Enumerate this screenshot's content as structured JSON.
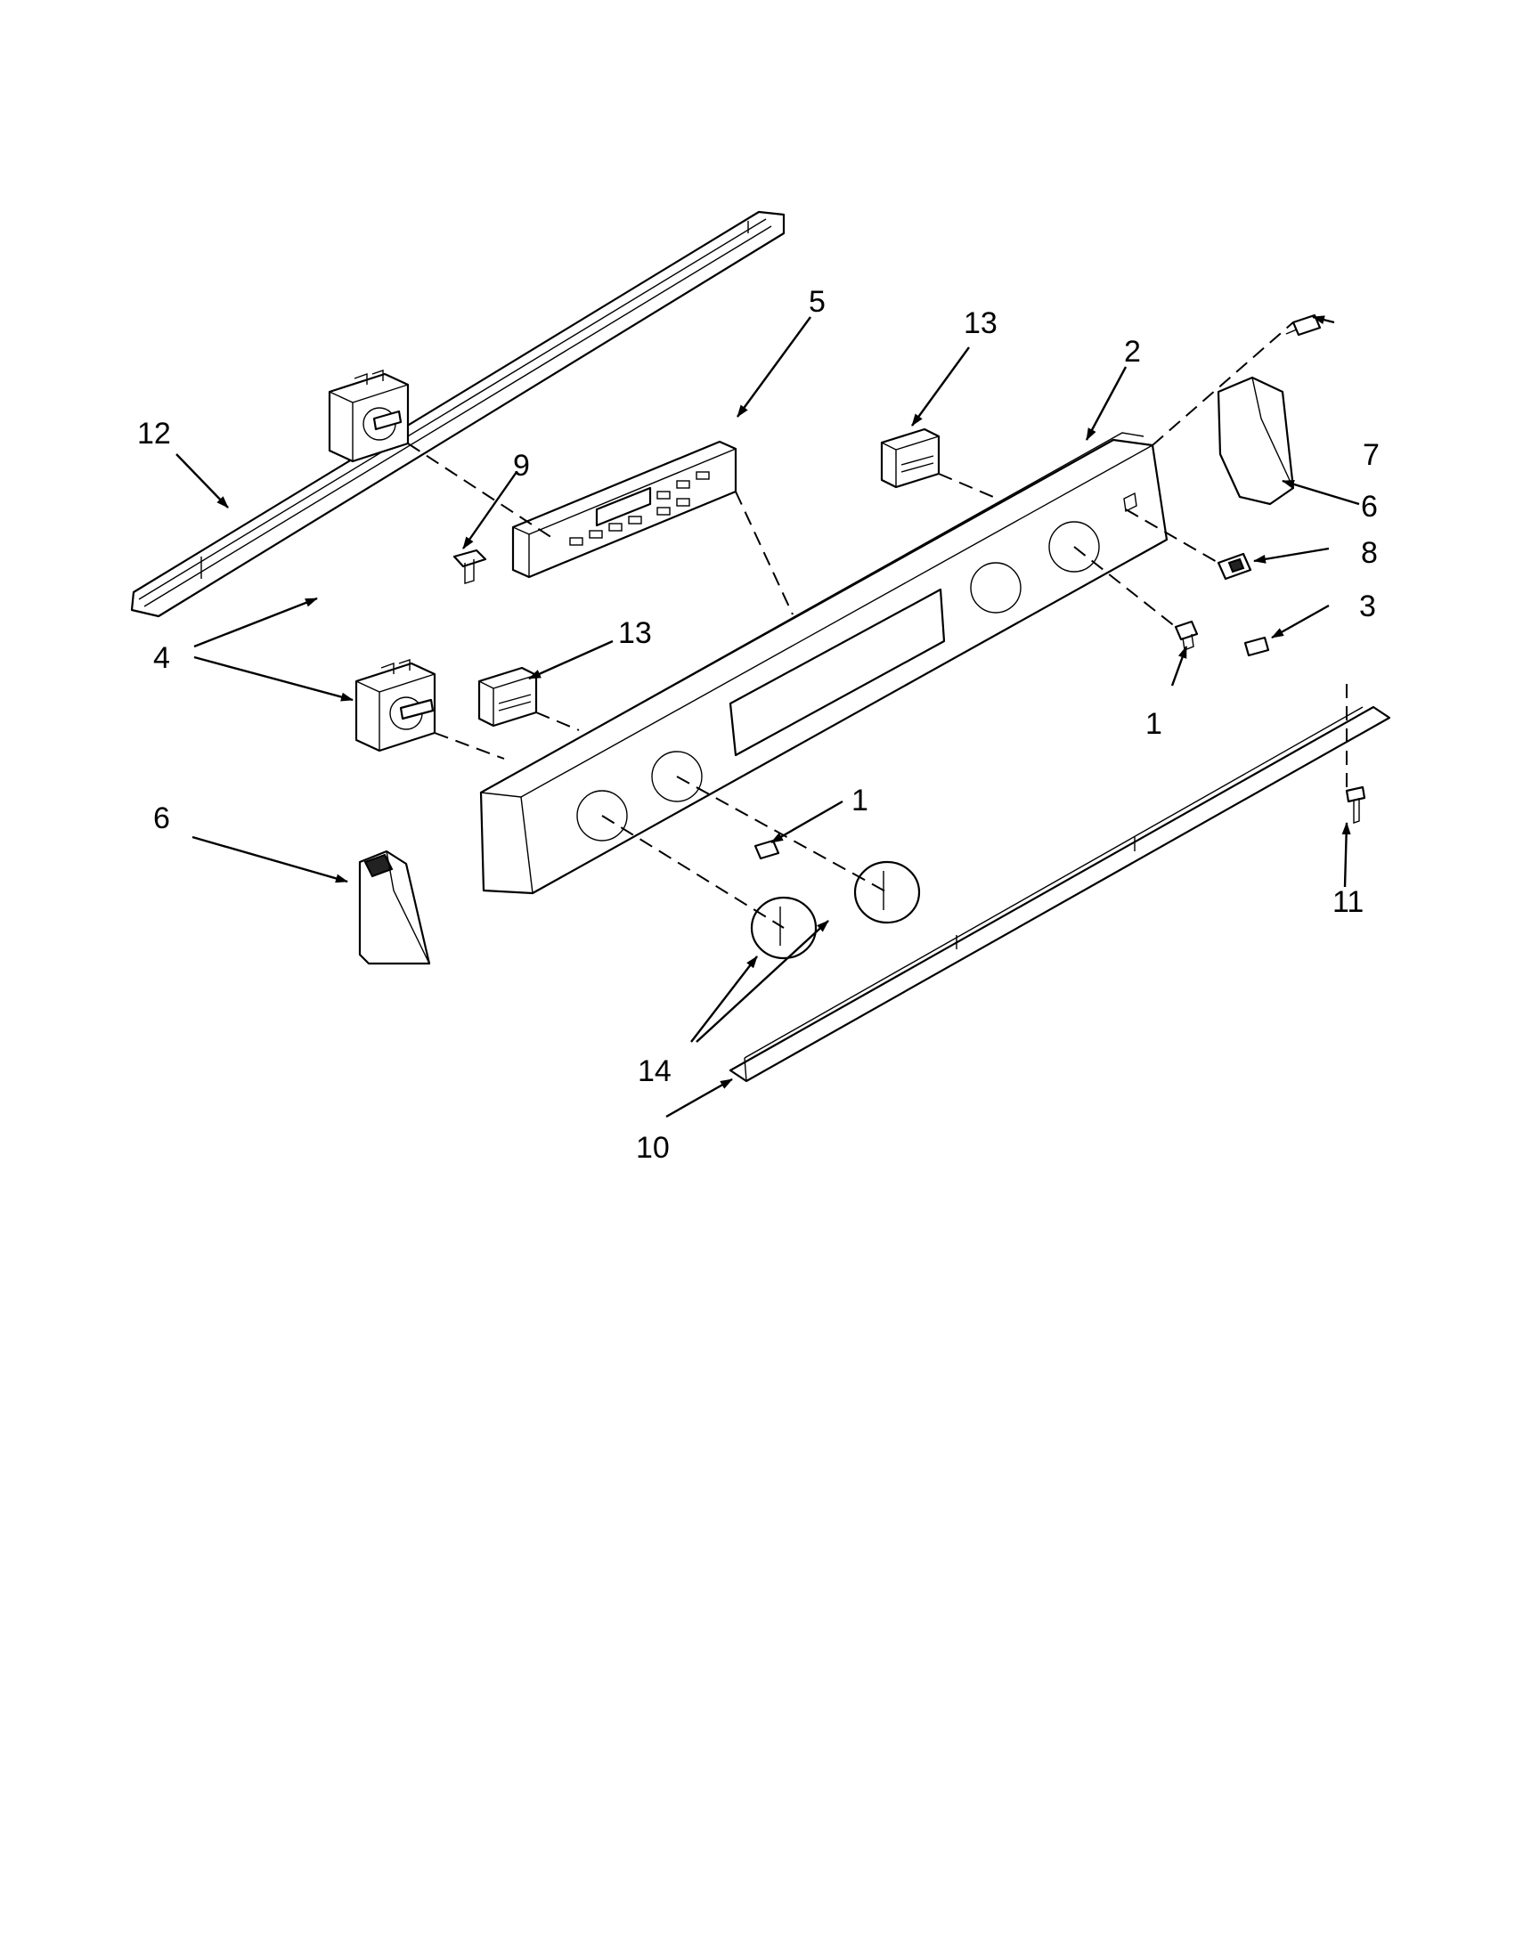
{
  "diagram": {
    "callouts": {
      "c1a": "1",
      "c1b": "1",
      "c2": "2",
      "c3": "3",
      "c4": "4",
      "c5": "5",
      "c6a": "6",
      "c6b": "6",
      "c7": "7",
      "c8": "8",
      "c9": "9",
      "c10": "10",
      "c11": "11",
      "c12": "12",
      "c13a": "13",
      "c13b": "13",
      "c14": "14"
    }
  }
}
